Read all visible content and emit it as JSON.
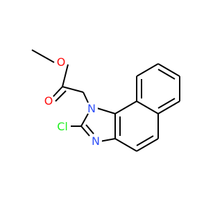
{
  "atoms": {
    "methyl_o": {
      "text": "O",
      "color": "#ff0d0d"
    },
    "carbonyl_o": {
      "text": "O",
      "color": "#ff0d0d"
    },
    "n1": {
      "text": "N",
      "color": "#3050f8"
    },
    "n3": {
      "text": "N",
      "color": "#3050f8"
    },
    "cl": {
      "text": "Cl",
      "color": "#1ff01f"
    }
  }
}
